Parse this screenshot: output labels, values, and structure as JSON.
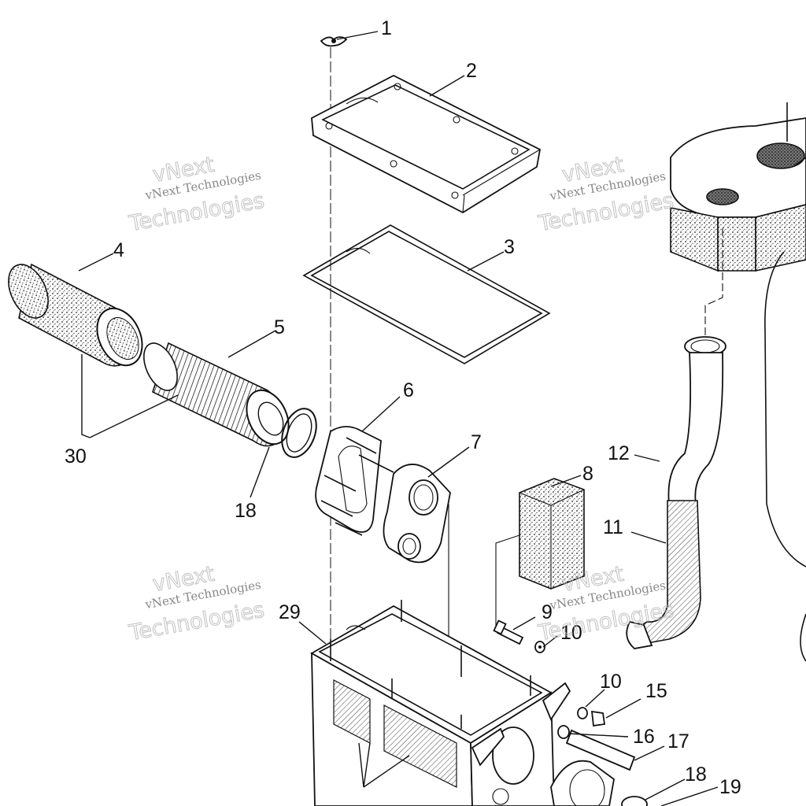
{
  "callouts": {
    "n1": "1",
    "n2": "2",
    "n3": "3",
    "n4": "4",
    "n5": "5",
    "n6": "6",
    "n7": "7",
    "n8": "8",
    "n9": "9",
    "n10a": "10",
    "n10b": "10",
    "n11": "11",
    "n12": "12",
    "n15": "15",
    "n16": "16",
    "n17": "17",
    "n18a": "18",
    "n18b": "18",
    "n19": "19",
    "n29": "29",
    "n30": "30"
  },
  "watermark": {
    "line1": "vNext Technologies",
    "word_vnext": "vNext",
    "word_tech": "Technologies"
  }
}
